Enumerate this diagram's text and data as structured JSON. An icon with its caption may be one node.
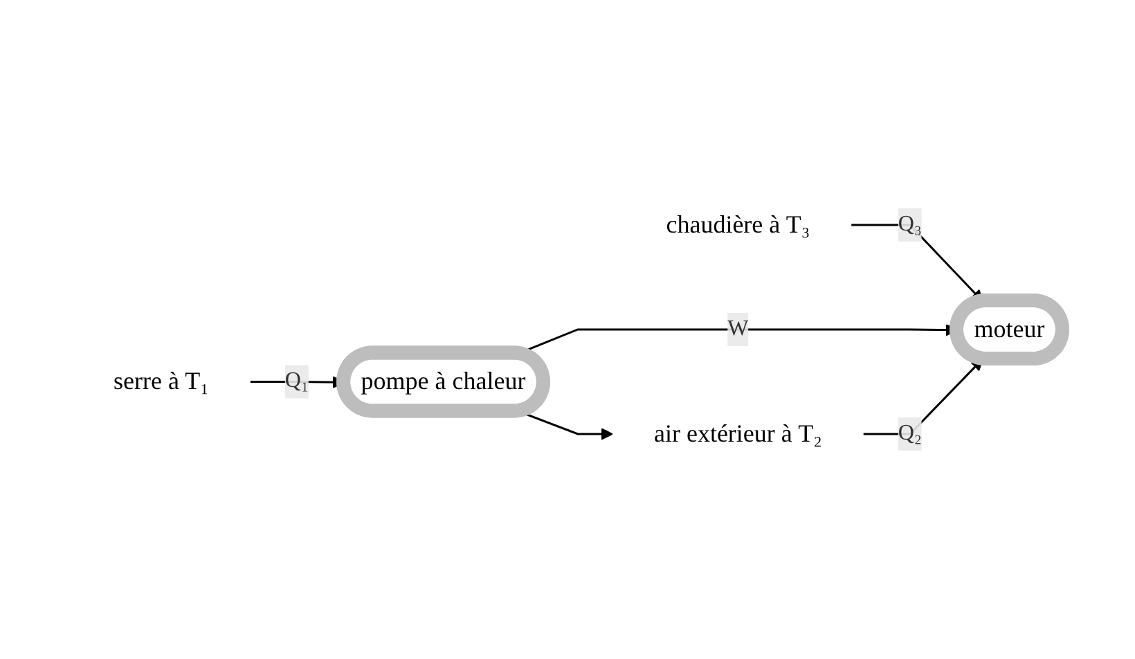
{
  "diagram": {
    "nodes": [
      {
        "text": [
          "chaudière à T₃"
        ]
      },
      {
        "text": [
          "moteur"
        ]
      },
      {
        "text": [
          "serre à T₁"
        ]
      },
      {
        "text": [
          "pompe à chaleur"
        ]
      },
      {
        "text": [
          "air extérieur à T₂"
        ]
      }
    ],
    "edges": [
      {
        "from": 0,
        "to": 1,
        "arrow": "to",
        "label": "Q₃"
      },
      {
        "from": 3,
        "to": 1,
        "arrow": "to",
        "label": "W"
      },
      {
        "from": 2,
        "to": 3,
        "arrow": "to",
        "label": "Q₁"
      },
      {
        "from": 3,
        "to": 4,
        "arrow": "to"
      },
      {
        "from": 4,
        "to": 1,
        "arrow": "to",
        "label": "Q₂"
      }
    ]
  }
}
